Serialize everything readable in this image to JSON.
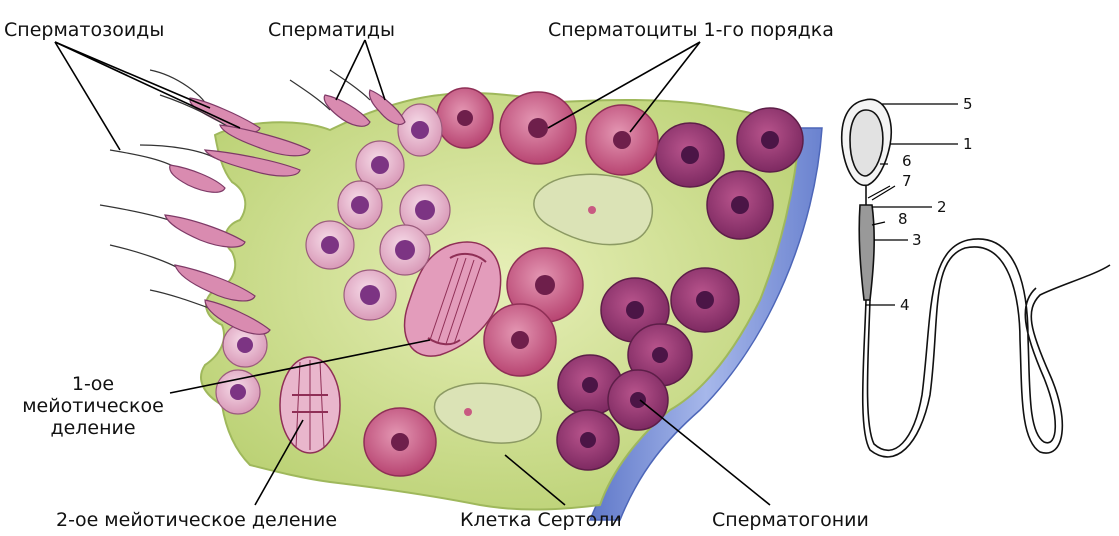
{
  "labels": {
    "spermatozoa": "Сперматозоиды",
    "spermatids": "Сперматиды",
    "spermatocytes": "Сперматоциты 1-го порядка",
    "meiosis1_line1": "1-ое",
    "meiosis1_line2": "мейотическое",
    "meiosis1_line3": "деление",
    "meiosis2": "2-ое мейотическое деление",
    "sertoli": "Клетка Сертоли",
    "spermatogonia": "Сперматогонии"
  },
  "sperm_parts": [
    "5",
    "1",
    "6",
    "7",
    "2",
    "8",
    "3",
    "4"
  ],
  "colors": {
    "sertoli_cytoplasm": "#c9dc86",
    "basement_membrane": "#7d93d6",
    "spermatocyte": "#c85a82",
    "spermatogonium": "#8f2f6c",
    "spermatid": "#e7b9cf",
    "nucleus": "#6b2b78"
  }
}
